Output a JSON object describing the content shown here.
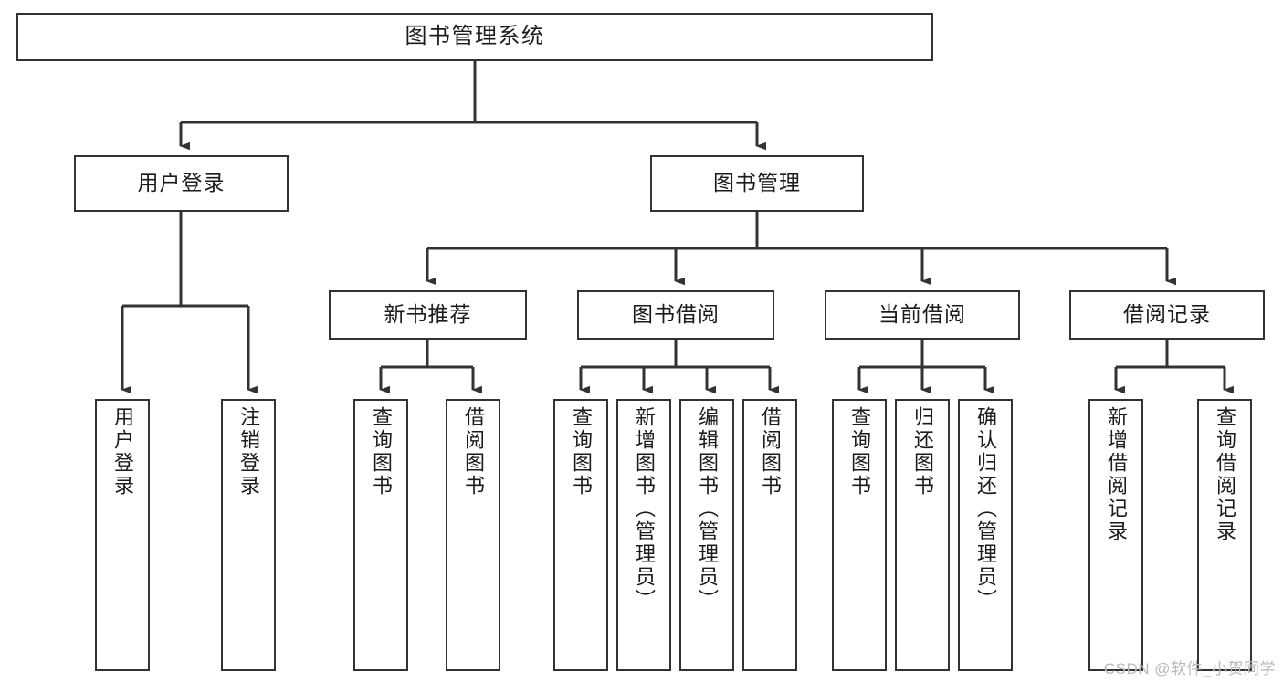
{
  "diagram": {
    "title": "图书管理系统",
    "root": {
      "label": "图书管理系统"
    },
    "level2": [
      {
        "label": "用户登录"
      },
      {
        "label": "图书管理"
      }
    ],
    "level3": [
      {
        "label": "新书推荐"
      },
      {
        "label": "图书借阅"
      },
      {
        "label": "当前借阅"
      },
      {
        "label": "借阅记录"
      }
    ],
    "leaves": {
      "user_login": [
        {
          "label": "用户登录"
        },
        {
          "label": "注销登录"
        }
      ],
      "new_book_recommend": [
        {
          "label": "查询图书"
        },
        {
          "label": "借阅图书"
        }
      ],
      "book_borrow": [
        {
          "label": "查询图书"
        },
        {
          "label": "新增图书（管理员）"
        },
        {
          "label": "编辑图书（管理员）"
        },
        {
          "label": "借阅图书"
        }
      ],
      "current_borrow": [
        {
          "label": "查询图书"
        },
        {
          "label": "归还图书"
        },
        {
          "label": "确认归还（管理员）"
        }
      ],
      "borrow_record": [
        {
          "label": "新增借阅记录"
        },
        {
          "label": "查询借阅记录"
        }
      ]
    }
  },
  "watermark": {
    "text": "CSDN @软件_小贺同学"
  },
  "colors": {
    "stroke": "#333333",
    "box_fill": "#ffffff",
    "text": "#1b1b1b",
    "watermark": "#b9b9b9"
  }
}
